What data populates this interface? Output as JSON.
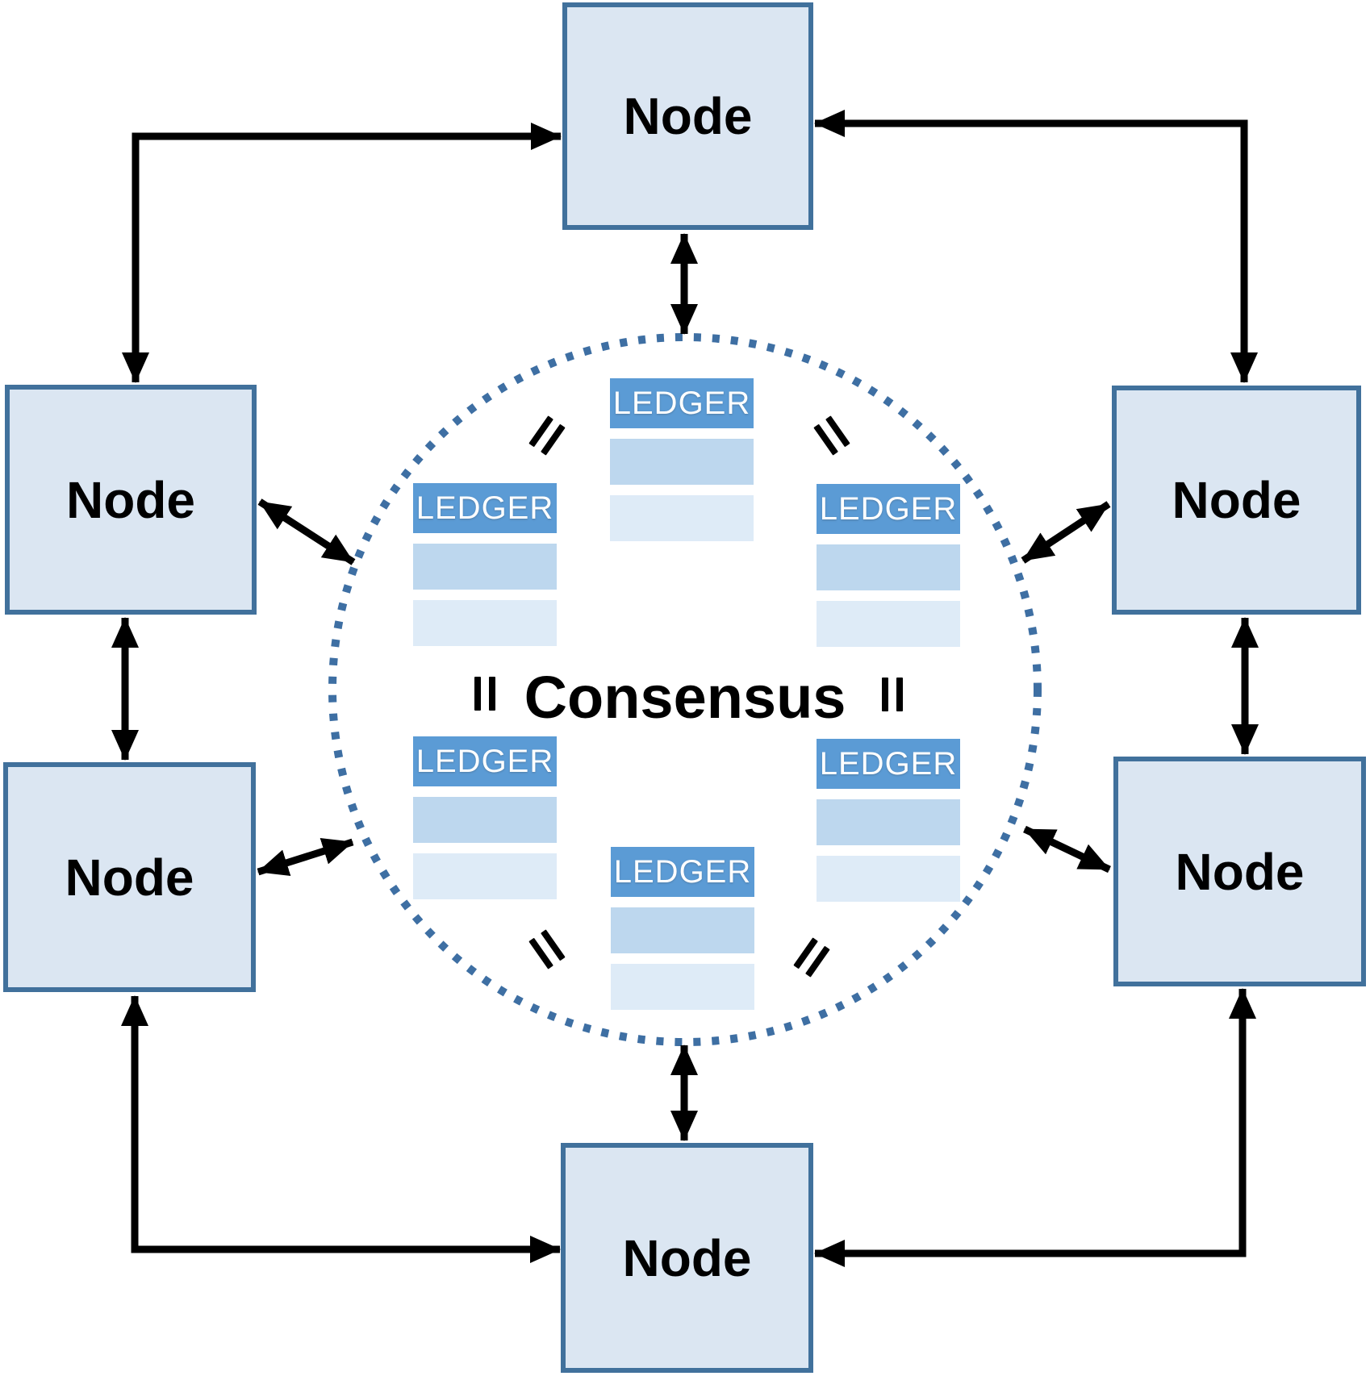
{
  "diagram": {
    "type": "peer-to-peer-consensus-network",
    "consensus_label": "Consensus",
    "equals_symbol": "=",
    "nodes": [
      {
        "id": "top",
        "label": "Node"
      },
      {
        "id": "upper-left",
        "label": "Node"
      },
      {
        "id": "upper-right",
        "label": "Node"
      },
      {
        "id": "lower-left",
        "label": "Node"
      },
      {
        "id": "lower-right",
        "label": "Node"
      },
      {
        "id": "bottom",
        "label": "Node"
      }
    ],
    "ledgers": [
      {
        "id": "top",
        "label": "LEDGER"
      },
      {
        "id": "upper-left",
        "label": "LEDGER"
      },
      {
        "id": "upper-right",
        "label": "LEDGER"
      },
      {
        "id": "lower-left",
        "label": "LEDGER"
      },
      {
        "id": "lower-right",
        "label": "LEDGER"
      },
      {
        "id": "bottom",
        "label": "LEDGER"
      }
    ],
    "equals_marks": [
      {
        "id": "upper-left",
        "between": [
          "ledger-top",
          "ledger-upper-left"
        ]
      },
      {
        "id": "upper-right",
        "between": [
          "ledger-top",
          "ledger-upper-right"
        ]
      },
      {
        "id": "mid-left",
        "between": [
          "ledger-upper-left",
          "ledger-lower-left"
        ]
      },
      {
        "id": "mid-right",
        "between": [
          "ledger-upper-right",
          "ledger-lower-right"
        ]
      },
      {
        "id": "lower-left",
        "between": [
          "ledger-lower-left",
          "ledger-bottom"
        ]
      },
      {
        "id": "lower-right",
        "between": [
          "ledger-lower-right",
          "ledger-bottom"
        ]
      }
    ],
    "colors": {
      "node_fill": "#dbe6f2",
      "node_border": "#41719c",
      "circle_dots": "#3e6fa3",
      "ledger_header": "#5b9bd5",
      "ledger_row_mid": "#bdd7ee",
      "ledger_row_light": "#deebf7",
      "ledger_text": "#ffffff",
      "arrow": "#000000",
      "text": "#000000"
    }
  }
}
